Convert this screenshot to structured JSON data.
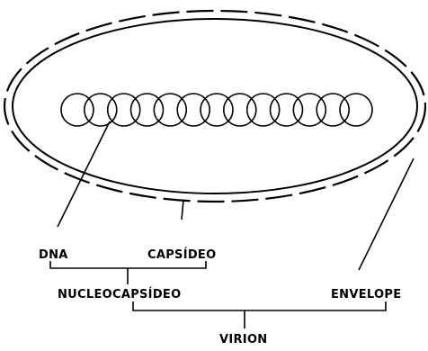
{
  "labels": {
    "dna": "DNA",
    "capsideo": "CAPSÍDEO",
    "nucleocapsideo": "NUCLEOCAPSÍDEO",
    "envelope": "ENVELOPE",
    "virion": "VIRION"
  },
  "dna_coil": {
    "loop_count": 13
  },
  "colors": {
    "ink": "#000000",
    "background": "#ffffff"
  }
}
